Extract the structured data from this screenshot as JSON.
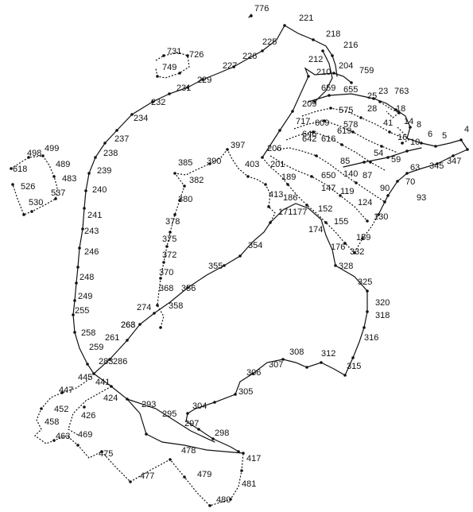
{
  "diagram": {
    "type": "numbered node network map",
    "colors": {
      "ink": "#111111",
      "background": "#ffffff"
    },
    "node_labels": [
      "776",
      "221",
      "218",
      "216",
      "225",
      "226",
      "227",
      "229",
      "231",
      "232",
      "234",
      "237",
      "238",
      "239",
      "240",
      "241",
      "243",
      "246",
      "248",
      "249",
      "255",
      "258",
      "259",
      "261",
      "263",
      "268",
      "274",
      "283",
      "286",
      "441",
      "445",
      "447",
      "452",
      "458",
      "463",
      "469",
      "424",
      "426",
      "475",
      "477",
      "478",
      "479",
      "480",
      "481",
      "417",
      "293",
      "295",
      "297",
      "298",
      "304",
      "305",
      "306",
      "307",
      "308",
      "312",
      "315",
      "316",
      "318",
      "320",
      "325",
      "328",
      "332",
      "354",
      "355",
      "356",
      "358",
      "368",
      "370",
      "372",
      "375",
      "378",
      "380",
      "382",
      "385",
      "390",
      "397",
      "403",
      "413",
      "201",
      "206",
      "189",
      "186",
      "177",
      "171",
      "174",
      "176",
      "159",
      "130",
      "152",
      "155",
      "124",
      "119",
      "147",
      "650",
      "646",
      "642",
      "616",
      "619",
      "609",
      "578",
      "575",
      "717",
      "209",
      "659",
      "655",
      "759",
      "204",
      "210",
      "212",
      "25",
      "23",
      "763",
      "28",
      "18",
      "41",
      "14",
      "8",
      "6",
      "5",
      "4",
      "347",
      "345",
      "63",
      "70",
      "93",
      "90",
      "54",
      "59",
      "85",
      "87",
      "140",
      "10",
      "16",
      "731",
      "726",
      "749",
      "499",
      "498",
      "489",
      "483",
      "537",
      "526",
      "530",
      "618"
    ]
  }
}
